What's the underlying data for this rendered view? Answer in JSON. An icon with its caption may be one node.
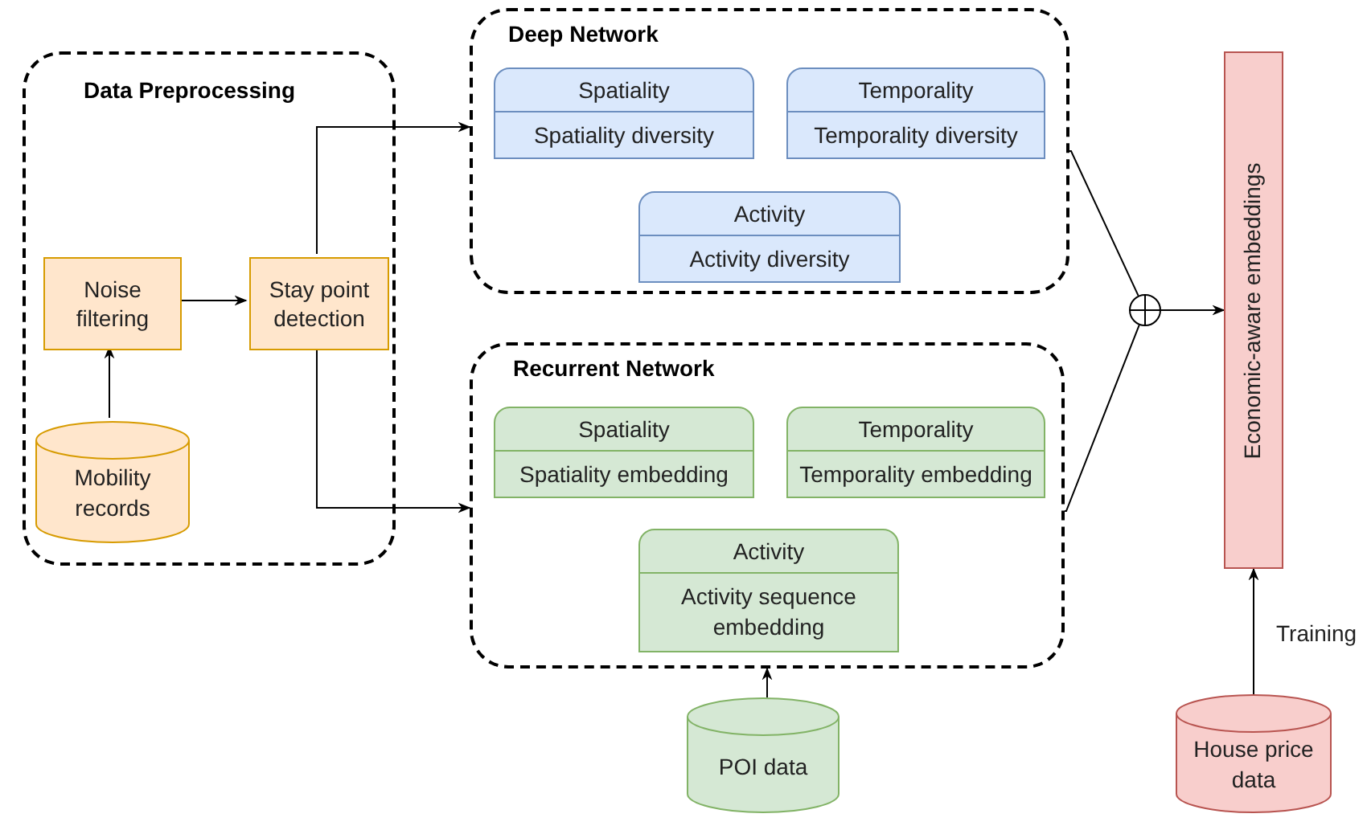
{
  "diagram": {
    "nodes": [
      {
        "text": [
          "Data Preprocessing"
        ]
      },
      {
        "text": [
          "Noise filtering"
        ],
        "in": 0
      },
      {
        "text": [
          "Stay point detection"
        ],
        "in": 0
      },
      {
        "text": [
          "Mobility records"
        ],
        "in": 0
      },
      {
        "text": [
          "Deep Network"
        ]
      },
      {
        "text": [
          "Spatiality",
          "Spatiality diversity"
        ],
        "in": 4
      },
      {
        "text": [
          "Temporality",
          "Temporality diversity"
        ],
        "in": 4
      },
      {
        "text": [
          "Activity",
          "Activity diversity"
        ],
        "in": 4
      },
      {
        "text": [
          "Recurrent Network"
        ]
      },
      {
        "text": [
          "Spatiality",
          "Spatiality embedding"
        ],
        "in": 8
      },
      {
        "text": [
          "Temporality",
          "Temporality embedding"
        ],
        "in": 8
      },
      {
        "text": [
          "Activity",
          "Activity sequence embedding"
        ],
        "in": 8
      },
      {
        "text": [
          "POI data"
        ]
      },
      {
        "text": [],
        "shape": "circle"
      },
      {
        "text": [
          "Economic-aware embeddings"
        ]
      },
      {
        "text": [
          "House price data"
        ]
      }
    ],
    "edges": [
      {
        "from": 3,
        "to": 1,
        "arrow": "to"
      },
      {
        "from": 1,
        "to": 2,
        "arrow": "to"
      },
      {
        "from": 2,
        "to": 4,
        "arrow": "to"
      },
      {
        "from": 2,
        "to": 8,
        "arrow": "to"
      },
      {
        "from": 12,
        "to": 8,
        "arrow": "to"
      },
      {
        "from": 4,
        "to": 13,
        "arrow": "none"
      },
      {
        "from": 8,
        "to": 13,
        "arrow": "none"
      },
      {
        "from": 13,
        "to": 14,
        "arrow": "to"
      },
      {
        "from": 15,
        "to": 14,
        "arrow": "to",
        "label": "Training"
      }
    ]
  }
}
